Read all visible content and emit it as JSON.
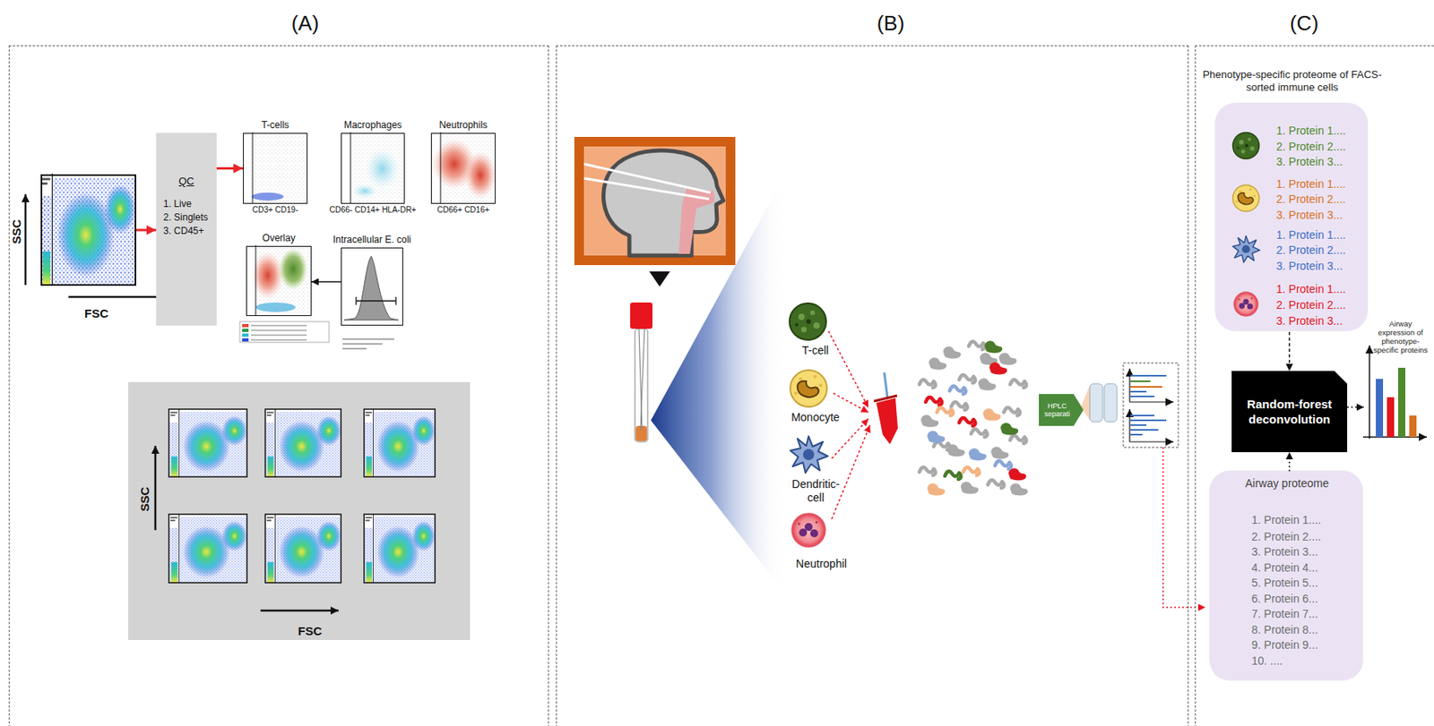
{
  "diagram": {
    "nodes": [
      {
        "text": [
          "(A)"
        ]
      },
      {
        "text": [
          "SSC",
          "FSC"
        ],
        "in": 0
      },
      {
        "text": [
          "QC",
          "1. Live",
          "2. Singlets",
          "3. CD45+"
        ],
        "in": 0
      },
      {
        "text": [
          "T-cells",
          "CD3+ CD19-"
        ],
        "in": 0
      },
      {
        "text": [
          "Macrophages",
          "CD66- CD14+ HLA-DR+"
        ],
        "in": 0
      },
      {
        "text": [
          "Neutrophils",
          "CD66+ CD16+"
        ],
        "in": 0
      },
      {
        "text": [
          "Overlay"
        ],
        "in": 0
      },
      {
        "text": [
          "Intracellular E. coli"
        ],
        "in": 0
      },
      {
        "text": [
          "SSC",
          "FSC"
        ],
        "in": 0
      },
      {
        "text": [
          "(B)"
        ]
      },
      {
        "text": [
          "T-cell"
        ],
        "in": 9
      },
      {
        "text": [
          "Monocyte"
        ],
        "in": 9
      },
      {
        "text": [
          "Dendritic-cell"
        ],
        "in": 9
      },
      {
        "text": [
          "Neutrophil"
        ],
        "in": 9
      },
      {
        "text": [
          "HPLC separati"
        ],
        "in": 9
      },
      {
        "text": [
          "(C)"
        ]
      },
      {
        "text": [
          "Phenotype-specific proteome of FACS-sorted immune cells",
          "1. Protein 1....",
          "2. Protein 2....",
          "3. Protein 3...",
          "1. Protein 1....",
          "2. Protein 2....",
          "3. Protein 3...",
          "1. Protein 1....",
          "2. Protein 2....",
          "3. Protein 3...",
          "1. Protein 1....",
          "2. Protein 2....",
          "3. Protein 3..."
        ],
        "in": 15
      },
      {
        "text": [
          "Random-forest deconvolution"
        ],
        "in": 15
      },
      {
        "text": [
          "Airway expression of phenotype-specific proteins"
        ],
        "in": 15
      },
      {
        "text": [
          "Airway proteome",
          "1. Protein 1....",
          "2. Protein 2....",
          "3. Protein 3...",
          "4. Protein 4...",
          "5. Protein 5...",
          "6. Protein 6...",
          "7. Protein 7...",
          "8. Protein 8...",
          "9. Protein 9...",
          "10. ...."
        ],
        "in": 15
      }
    ],
    "edges": [
      {
        "from": 1,
        "to": 2,
        "arrow": "to"
      },
      {
        "from": 2,
        "to": 3,
        "arrow": "to"
      },
      {
        "from": 7,
        "to": 6,
        "arrow": "to"
      },
      {
        "from": 16,
        "to": 17,
        "arrow": "to"
      },
      {
        "from": 19,
        "to": 17,
        "arrow": "to"
      },
      {
        "from": 17,
        "to": 18,
        "arrow": "to"
      }
    ]
  }
}
